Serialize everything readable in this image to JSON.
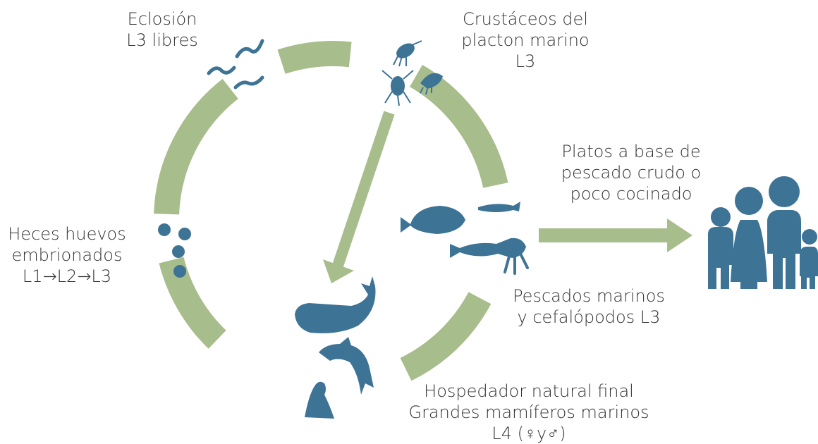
{
  "colors": {
    "cycle_green": "#a8bd8c",
    "icon_blue": "#3d7395",
    "text": "#333333",
    "background": "#ffffff"
  },
  "nodes": {
    "eclosion": {
      "lines": [
        "Eclosión",
        "L3 libres"
      ],
      "icon": "free-larvae-worms-icon"
    },
    "crustaceos": {
      "lines": [
        "Crustáceos del",
        "placton marino",
        "L3"
      ],
      "icon": "plankton-crustaceans-icon"
    },
    "platos": {
      "lines": [
        "Platos a base de",
        "pescado crudo o",
        "poco cocinado"
      ],
      "icon": "human-family-icon"
    },
    "heces": {
      "lines": [
        "Heces huevos",
        "embrionados",
        "L1→L2→L3"
      ],
      "icon": "embryonated-eggs-icon"
    },
    "pescados": {
      "lines": [
        "Pescados marinos",
        "y cefalópodos L3"
      ],
      "icon": "fish-and-squid-icon"
    },
    "hospedador": {
      "lines": [
        "Hospedador natural final",
        "Grandes mamíferos marinos",
        "L4 (♀y♂)"
      ],
      "icon": "marine-mammals-icon"
    }
  }
}
